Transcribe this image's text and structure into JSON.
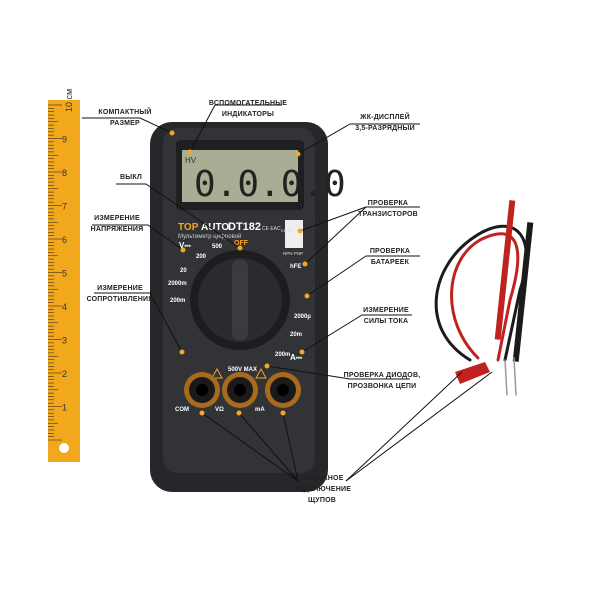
{
  "ruler": {
    "unit_label": "10 см",
    "numbers": [
      "1",
      "2",
      "3",
      "4",
      "5",
      "6",
      "7",
      "8",
      "9"
    ]
  },
  "device": {
    "brand_top": "TOP",
    "brand_auto": "AUTO",
    "model": "DT182",
    "subtitle": "Мультиметр цифровой",
    "marks": "CE EAC",
    "display_value": "0.0.0.0",
    "display_hv": "HV",
    "off_label": "OFF",
    "volt_dc": "V⎓",
    "amp_dc": "A⎓",
    "dial_left": [
      "500",
      "200",
      "20",
      "2000m",
      "200m"
    ],
    "dial_right": [
      "hFE",
      "2000µ",
      "20m",
      "200m"
    ],
    "transistor_pins": "EBCE",
    "transistor_types": "NPN PNP",
    "max_label": "500V MAX",
    "jacks": [
      "COM",
      "VΩ",
      "mA"
    ]
  },
  "callouts": {
    "compact": [
      "КОМПАКТНЫЙ",
      "РАЗМЕР"
    ],
    "indicators": [
      "ВСПОМОГАТЕЛЬНЫЕ",
      "ИНДИКАТОРЫ"
    ],
    "lcd": [
      "ЖК-ДИСПЛЕЙ",
      "3,5-РАЗРЯДНЫЙ"
    ],
    "off": [
      "ВЫКЛ"
    ],
    "voltage": [
      "ИЗМЕРЕНИЕ",
      "НАПРЯЖЕНИЯ"
    ],
    "resistance": [
      "ИЗМЕРЕНИЕ",
      "СОПРОТИВЛЕНИЯ"
    ],
    "transistors": [
      "ПРОВЕРКА",
      "ТРАНЗИСТОРОВ"
    ],
    "battery": [
      "ПРОВЕРКА",
      "БАТАРЕЕК"
    ],
    "current": [
      "ИЗМЕРЕНИЕ",
      "СИЛЫ ТОКА"
    ],
    "diodes": [
      "ПРОВЕРКА ДИОДОВ,",
      "ПРОЗВОНКА ЦЕПИ"
    ],
    "probes": [
      "НАДЁЖНОЕ",
      "ПОДКЛЮЧЕНИЕ",
      "ЩУПОВ"
    ]
  },
  "colors": {
    "accent": "#f5a623",
    "ruler": "#f2a81d",
    "body": "#2e2f32",
    "lcd": "#a9ad93",
    "blue": "#3d6fd8"
  }
}
